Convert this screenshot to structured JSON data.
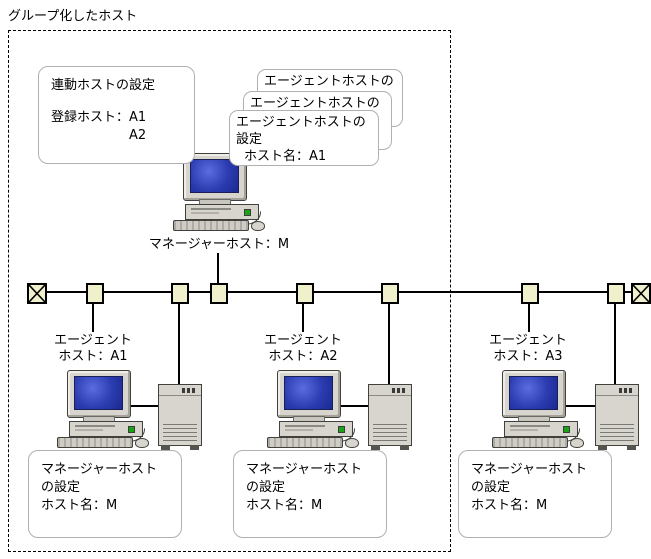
{
  "title": "グループ化したホスト",
  "colors": {
    "node_fill": "#f0f0cd",
    "screen_blue": "#2b3cb0",
    "case_gray": "#d8d5ce",
    "callout_border": "#b0b0b0",
    "led_green": "#16a316"
  },
  "linked_host_callout": {
    "title": "連動ホストの設定",
    "label": "登録ホスト：",
    "hosts": [
      "A1",
      "A2"
    ]
  },
  "agent_host_callouts": {
    "back_line": "エージェントホストの",
    "middle_line": "エージェントホストの",
    "front_lines": [
      "エージェントホストの",
      "設定",
      "ホスト名：A1"
    ]
  },
  "manager": {
    "label": "マネージャーホスト：M"
  },
  "agents": [
    {
      "label_line1": "エージェント",
      "label_line2": "ホスト：A1",
      "callout_lines": [
        "マネージャーホスト",
        "の設定",
        "ホスト名：M"
      ]
    },
    {
      "label_line1": "エージェント",
      "label_line2": "ホスト：A2",
      "callout_lines": [
        "マネージャーホスト",
        "の設定",
        "ホスト名：M"
      ]
    },
    {
      "label_line1": "エージェント",
      "label_line2": "ホスト：A3",
      "callout_lines": [
        "マネージャーホスト",
        "の設定",
        "ホスト名：M"
      ]
    }
  ]
}
